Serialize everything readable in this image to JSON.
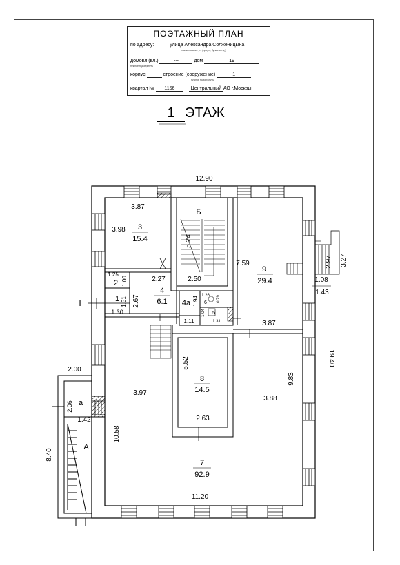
{
  "stamp": {
    "title": "ПОЭТАЖНЫЙ ПЛАН",
    "address_label": "по адресу:",
    "address_value": "улица Александра Солженицына",
    "address_hint": "наименование ул. (проул., бульв. и т.д.)",
    "domovl_label": "домовл.(вл.)",
    "domovl_value": "---",
    "dom_label": "дом",
    "dom_value": "19",
    "hint_sub": "нужное подчеркнуть",
    "korpus_label": "корпус",
    "stroenie_label": "строение (сооружение)",
    "stroenie_value": "1",
    "hint_sub2": "нужное подчеркнуть",
    "kvartal_label": "квартал №",
    "kvartal_value": "1156",
    "district_value": "Центральный",
    "district_suffix": "АО г.Москвы"
  },
  "floor": {
    "number": "1",
    "label": "ЭТАЖ"
  },
  "rooms": [
    {
      "id": "3",
      "area": "15.4"
    },
    {
      "id": "2"
    },
    {
      "id": "1"
    },
    {
      "id": "4",
      "area": "6.1"
    },
    {
      "id": "4а"
    },
    {
      "id": "Б"
    },
    {
      "id": "9",
      "area": "29.4"
    },
    {
      "id": "8",
      "area": "14.5"
    },
    {
      "id": "7",
      "area": "92.9"
    },
    {
      "id": "а"
    },
    {
      "id": "А"
    },
    {
      "id": "5"
    },
    {
      "id": "6"
    }
  ],
  "section_mark": "I",
  "dimensions": {
    "top_total": "12.90",
    "r3_width": "3.87",
    "r3_depth": "3.98",
    "stair_depth": "5.24",
    "stair_width": "2.50",
    "r9_depth": "7.59",
    "r9_notch": "1.08",
    "r9_sub": "1.43",
    "ext_stair": "2.97",
    "ext_depth": "3.27",
    "r2_a": "1.25",
    "r2_b": "1.00",
    "r4_width": "2.27",
    "r4_depth": "2.67",
    "r1_a": "1.31",
    "r1_b": "1.30",
    "r4a": "1.94",
    "r4a_w": "1.11",
    "wc_a": "1.26",
    "wc_b": "0.79",
    "wc_c": "1.04",
    "wc_d": "1.31",
    "right_wall": "3.87",
    "right_total": "19.40",
    "r7_right": "9.83",
    "r7_right_w": "3.88",
    "r8_depth": "5.52",
    "r8_width": "2.63",
    "r7_left_w": "3.97",
    "left_depth": "10.58",
    "bottom_total": "11.20",
    "annex_width": "2.00",
    "annex_depth": "8.40",
    "annex_a": "2.06",
    "annex_b": "1.42"
  }
}
